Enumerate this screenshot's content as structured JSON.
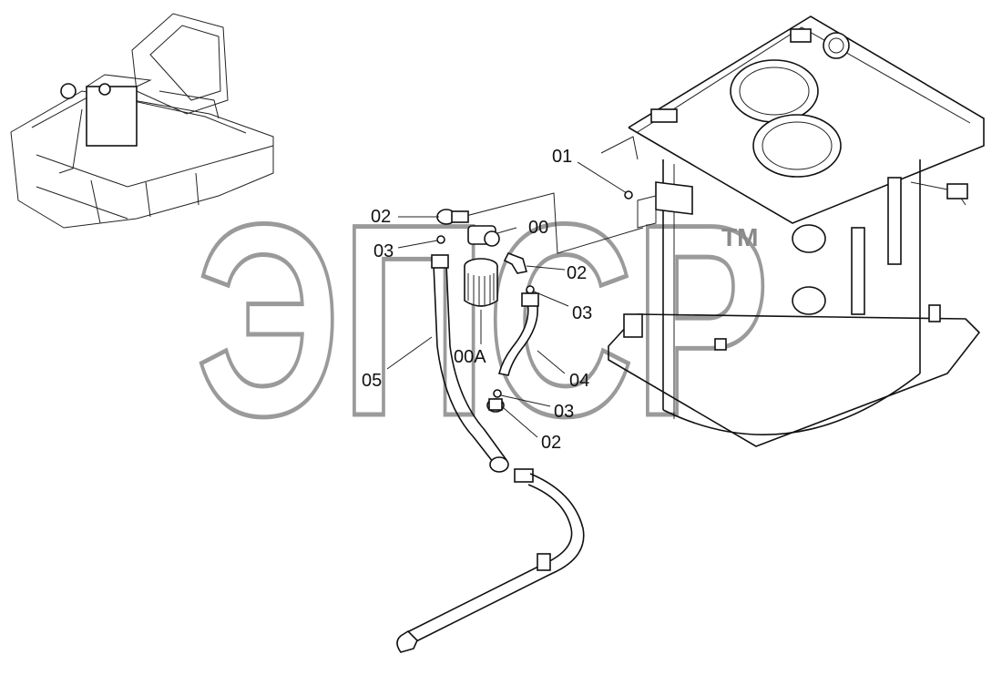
{
  "watermark": {
    "text": "ЭПСР",
    "trademark": "TM"
  },
  "callouts": {
    "c01": "01",
    "c00": "00",
    "c02a": "02",
    "c02b": "02",
    "c02c": "02",
    "c03a": "03",
    "c03b": "03",
    "c03c": "03",
    "c00a": "00A",
    "c04": "04",
    "c05": "05"
  }
}
